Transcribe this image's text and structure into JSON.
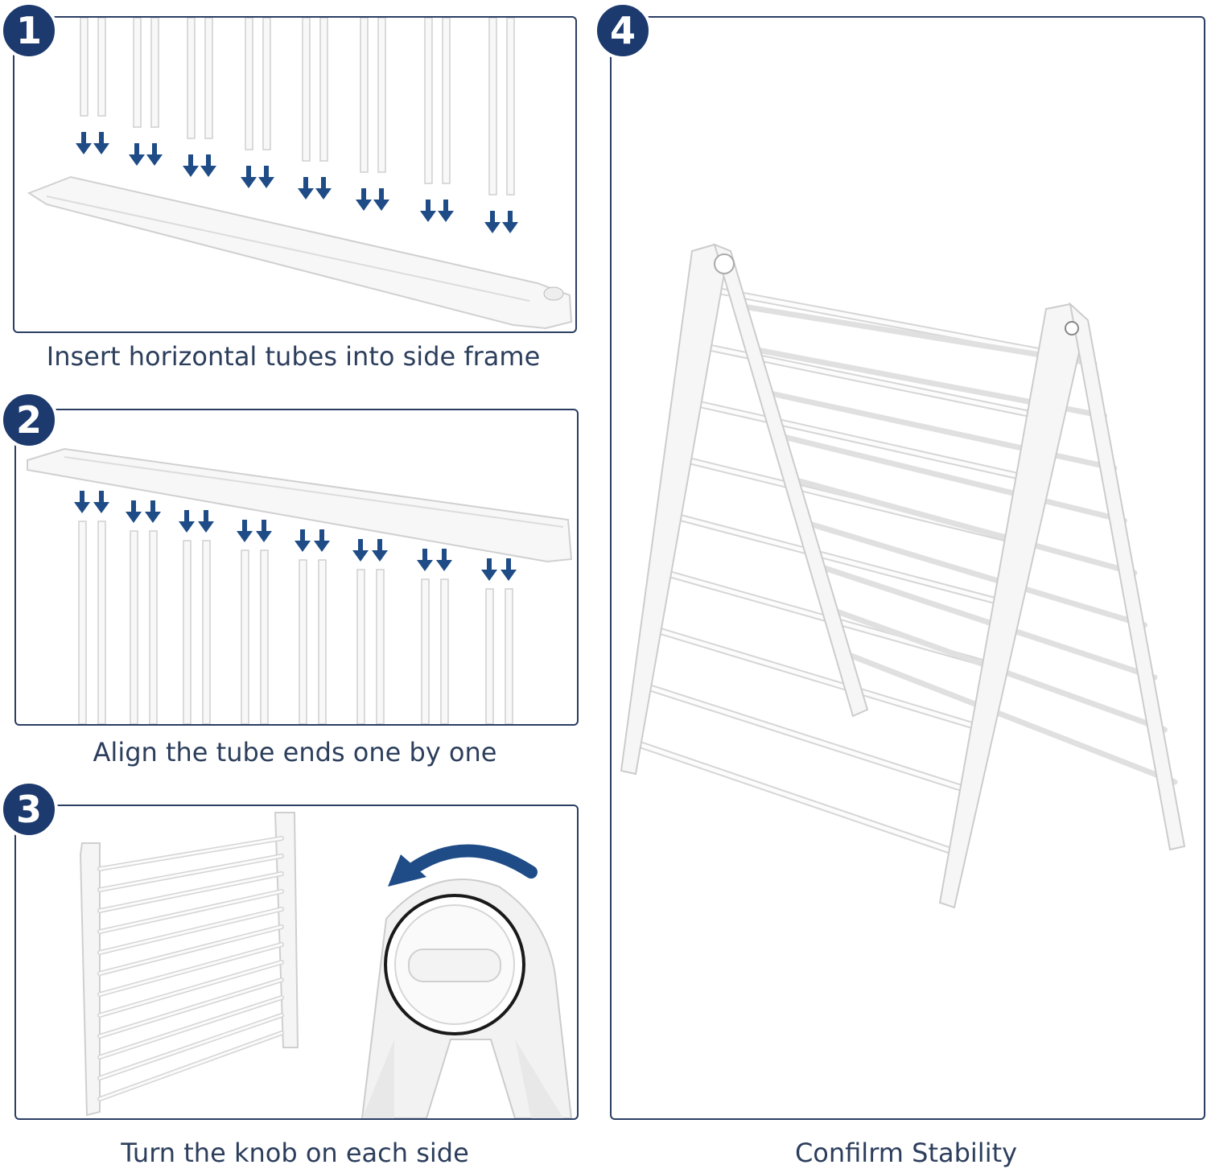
{
  "steps": [
    {
      "number": "1",
      "caption": "Insert horizontal tubes into side frame"
    },
    {
      "number": "2",
      "caption": "Align the tube ends one by one"
    },
    {
      "number": "3",
      "caption": "Turn the knob on each side"
    },
    {
      "number": "4",
      "caption": "Confilrm Stability"
    }
  ],
  "colors": {
    "badge": "#1c3a6e",
    "frame_border": "#2b3e63",
    "arrow": "#1f4c86",
    "caption_text": "#2c3e5c"
  }
}
